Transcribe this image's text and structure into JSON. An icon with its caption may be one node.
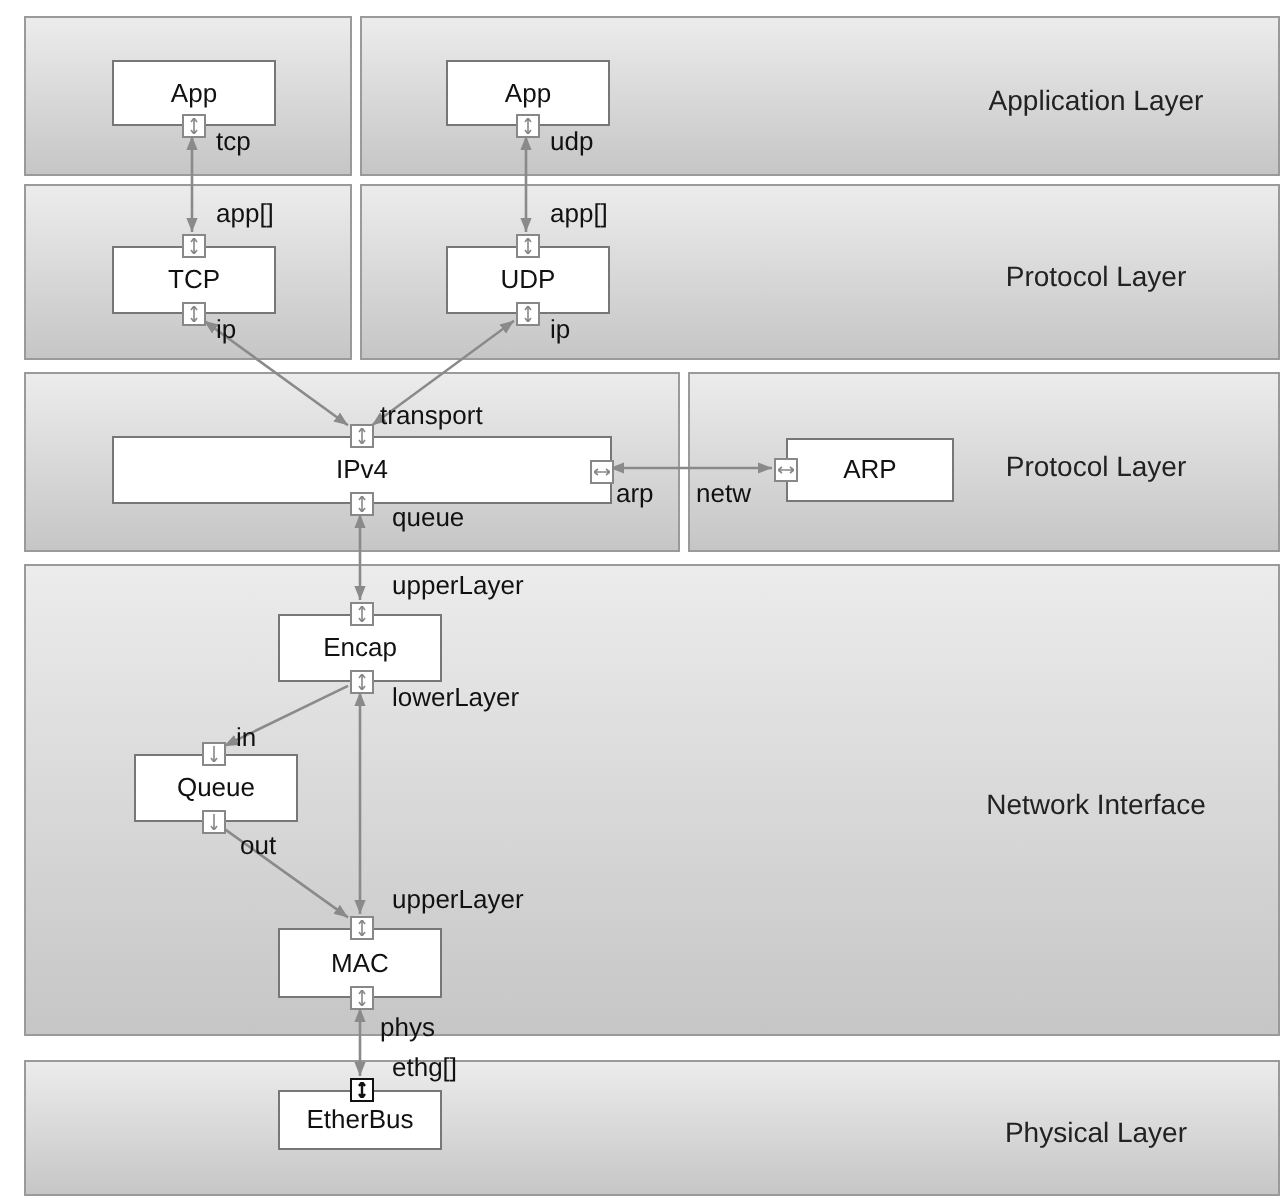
{
  "diagram": {
    "nodes": [
      {
        "text": [],
        "shape": "box"
      },
      {
        "text": [
          "App"
        ],
        "in": 0
      },
      {
        "text": [],
        "shape": "box",
        "in": 0,
        "beside": [
          "tcp"
        ]
      },
      {
        "text": [
          "Application Layer"
        ]
      },
      {
        "text": [
          "App"
        ],
        "in": 3
      },
      {
        "text": [],
        "shape": "box",
        "in": 3,
        "beside": [
          "udp"
        ]
      },
      {
        "text": [],
        "shape": "box"
      },
      {
        "text": [
          "TCP"
        ],
        "in": 6
      },
      {
        "text": [],
        "shape": "box",
        "in": 6,
        "beside": [
          "app[]"
        ]
      },
      {
        "text": [],
        "shape": "box",
        "in": 6,
        "beside": [
          "ip"
        ]
      },
      {
        "text": [
          "Protocol Layer"
        ]
      },
      {
        "text": [
          "UDP"
        ],
        "in": 10
      },
      {
        "text": [],
        "shape": "box",
        "in": 10,
        "beside": [
          "app[]"
        ]
      },
      {
        "text": [],
        "shape": "box",
        "in": 10,
        "beside": [
          "ip"
        ]
      },
      {
        "text": [],
        "shape": "box"
      },
      {
        "text": [
          "IPv4"
        ],
        "in": 14
      },
      {
        "text": [],
        "shape": "box",
        "in": 14,
        "beside": [
          "transport"
        ]
      },
      {
        "text": [],
        "shape": "box",
        "in": 14,
        "beside": [
          "queue"
        ]
      },
      {
        "text": [],
        "shape": "box",
        "in": 15,
        "beside": [
          "arp"
        ]
      },
      {
        "text": [
          "Protocol Layer"
        ]
      },
      {
        "text": [
          "ARP"
        ],
        "in": 19
      },
      {
        "text": [],
        "shape": "box",
        "in": 19,
        "beside": [
          "netw"
        ]
      },
      {
        "text": [
          "Network Interface"
        ]
      },
      {
        "text": [
          "Encap"
        ],
        "in": 22
      },
      {
        "text": [],
        "shape": "box",
        "in": 22,
        "beside": [
          "upperLayer"
        ]
      },
      {
        "text": [],
        "shape": "box",
        "in": 22,
        "beside": [
          "lowerLayer"
        ]
      },
      {
        "text": [
          "Queue"
        ],
        "in": 22
      },
      {
        "text": [],
        "shape": "box",
        "in": 22,
        "beside": [
          "in"
        ]
      },
      {
        "text": [],
        "shape": "box",
        "in": 22,
        "beside": [
          "out"
        ]
      },
      {
        "text": [
          "MAC"
        ],
        "in": 22
      },
      {
        "text": [],
        "shape": "box",
        "in": 22,
        "beside": [
          "upperLayer"
        ]
      },
      {
        "text": [],
        "shape": "box",
        "in": 22,
        "beside": [
          "phys"
        ]
      },
      {
        "text": [
          "Physical Layer"
        ]
      },
      {
        "text": [
          "EtherBus"
        ],
        "in": 32
      },
      {
        "text": [],
        "shape": "box",
        "in": 32,
        "beside": [
          "ethg[]"
        ]
      }
    ],
    "edges": [
      {
        "from": 2,
        "to": 8,
        "arrow": "both"
      },
      {
        "from": 5,
        "to": 12,
        "arrow": "both"
      },
      {
        "from": 9,
        "to": 16,
        "arrow": "both"
      },
      {
        "from": 13,
        "to": 16,
        "arrow": "both"
      },
      {
        "from": 18,
        "to": 21,
        "arrow": "both"
      },
      {
        "from": 17,
        "to": 24,
        "arrow": "both"
      },
      {
        "from": 25,
        "to": 27,
        "arrow": "to"
      },
      {
        "from": 28,
        "to": 30,
        "arrow": "to"
      },
      {
        "from": 25,
        "to": 30,
        "arrow": "both"
      },
      {
        "from": 31,
        "to": 34,
        "arrow": "both"
      }
    ]
  }
}
